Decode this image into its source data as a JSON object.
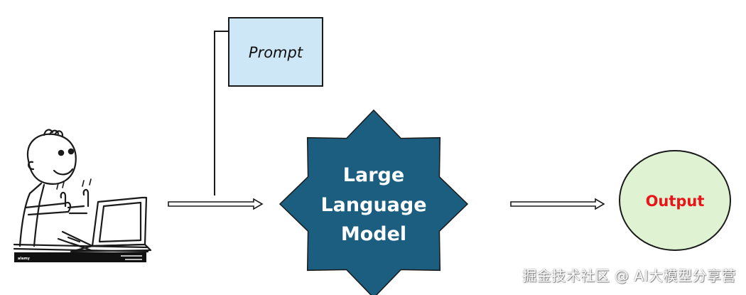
{
  "prompt": {
    "label": "Prompt"
  },
  "llm": {
    "lines": [
      "Large",
      "Language",
      "Model"
    ]
  },
  "output": {
    "label": "Output"
  },
  "stock_image": {
    "brand": "alamy"
  },
  "watermark": {
    "text": "掘金技术社区 @ AI大模型分享营"
  },
  "colors": {
    "prompt_fill": "#cde7f6",
    "llm_fill": "#1b5e80",
    "output_fill": "#dff3d2",
    "output_text": "#e8161b",
    "line": "#1a1a1a"
  },
  "icons": {
    "user": "person-at-laptop-icon",
    "arrow": "hollow-right-arrow-icon"
  }
}
